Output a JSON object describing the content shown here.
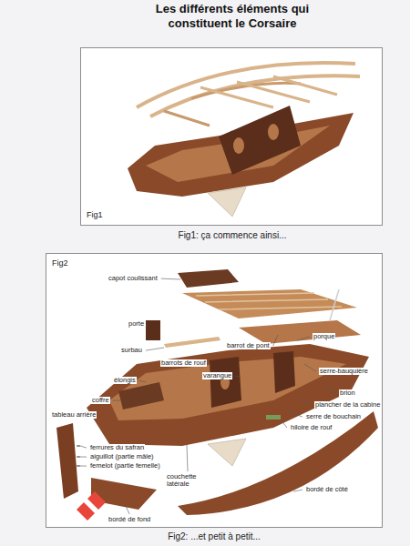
{
  "diagram": {
    "title": "Les différents éléments qui constituent le Corsaire",
    "nodes": [
      {
        "text": [
          "Fig1"
        ]
      },
      {
        "text": [
          "Fig2"
        ]
      }
    ],
    "labels": [
      "Fig1: ça commence ainsi...",
      "capot coulissant",
      "porte",
      "surbau",
      "barrots de rouf",
      "barrot de pont",
      "varangue",
      "porque",
      "serre-bauquière",
      "élongis",
      "coffre",
      "tableau arrière",
      "brion",
      "plancher de la cabine",
      "serre de bouchain",
      "hiloire de rouf",
      "ferrures du safran",
      "aiguillot (partie mâle)",
      "femelot (partie femelle)",
      "couchette latérale",
      "bordé de fond",
      "bordé de côté",
      "Fig2: ...et petit à petit..."
    ]
  }
}
